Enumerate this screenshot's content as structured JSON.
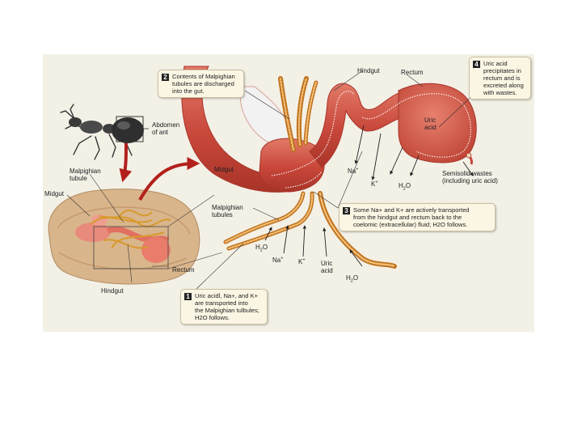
{
  "labels": {
    "abdomen": "Abdomen\nof ant",
    "malpighian_tubule_small": "Malpighian\ntubule",
    "midgut_small": "Midgut",
    "rectum_small": "Rectum",
    "hindgut_small": "Hindgut",
    "midgut": "Midgut",
    "malpighian_tubules": "Malpighian\ntubules",
    "hindgut": "Hindgut",
    "rectum": "Rectum",
    "uric_acid_rectum": "Uric\nacid",
    "semisolid_wastes": "Semisolid wastes\n(including uric acid)",
    "na": "Na",
    "k": "K",
    "h2o": "H",
    "uric_acid_tubule": "Uric\nacid",
    "superscript_plus": "+",
    "subscript_2": "2",
    "o": "O"
  },
  "callouts": [
    {
      "number": "1",
      "text": "Uric acidl, Na+, and K+\nare transported into\nthe Malpighian tulbules;\nH2O follows."
    },
    {
      "number": "2",
      "text": "Contents of Malpighian\ntubules are discharged\ninto the gut."
    },
    {
      "number": "3",
      "text": "Some Na+ and K+ are actively transported\nfrom the hindgut and rectum back to the\ncoelomic (extracellular) fluid; H2O follows."
    },
    {
      "number": "4",
      "text": "Uric acid\nprecipitates in\nrectum and is\nexcreted along\nwith wastes."
    }
  ],
  "colors": {
    "gut": "#c8473a",
    "gut_light": "#e58a78",
    "tubule": "#d98a2b",
    "panel": "#f3f0e6",
    "arrow_red": "#b3201c",
    "callout_bg": "#fbf6e4"
  }
}
